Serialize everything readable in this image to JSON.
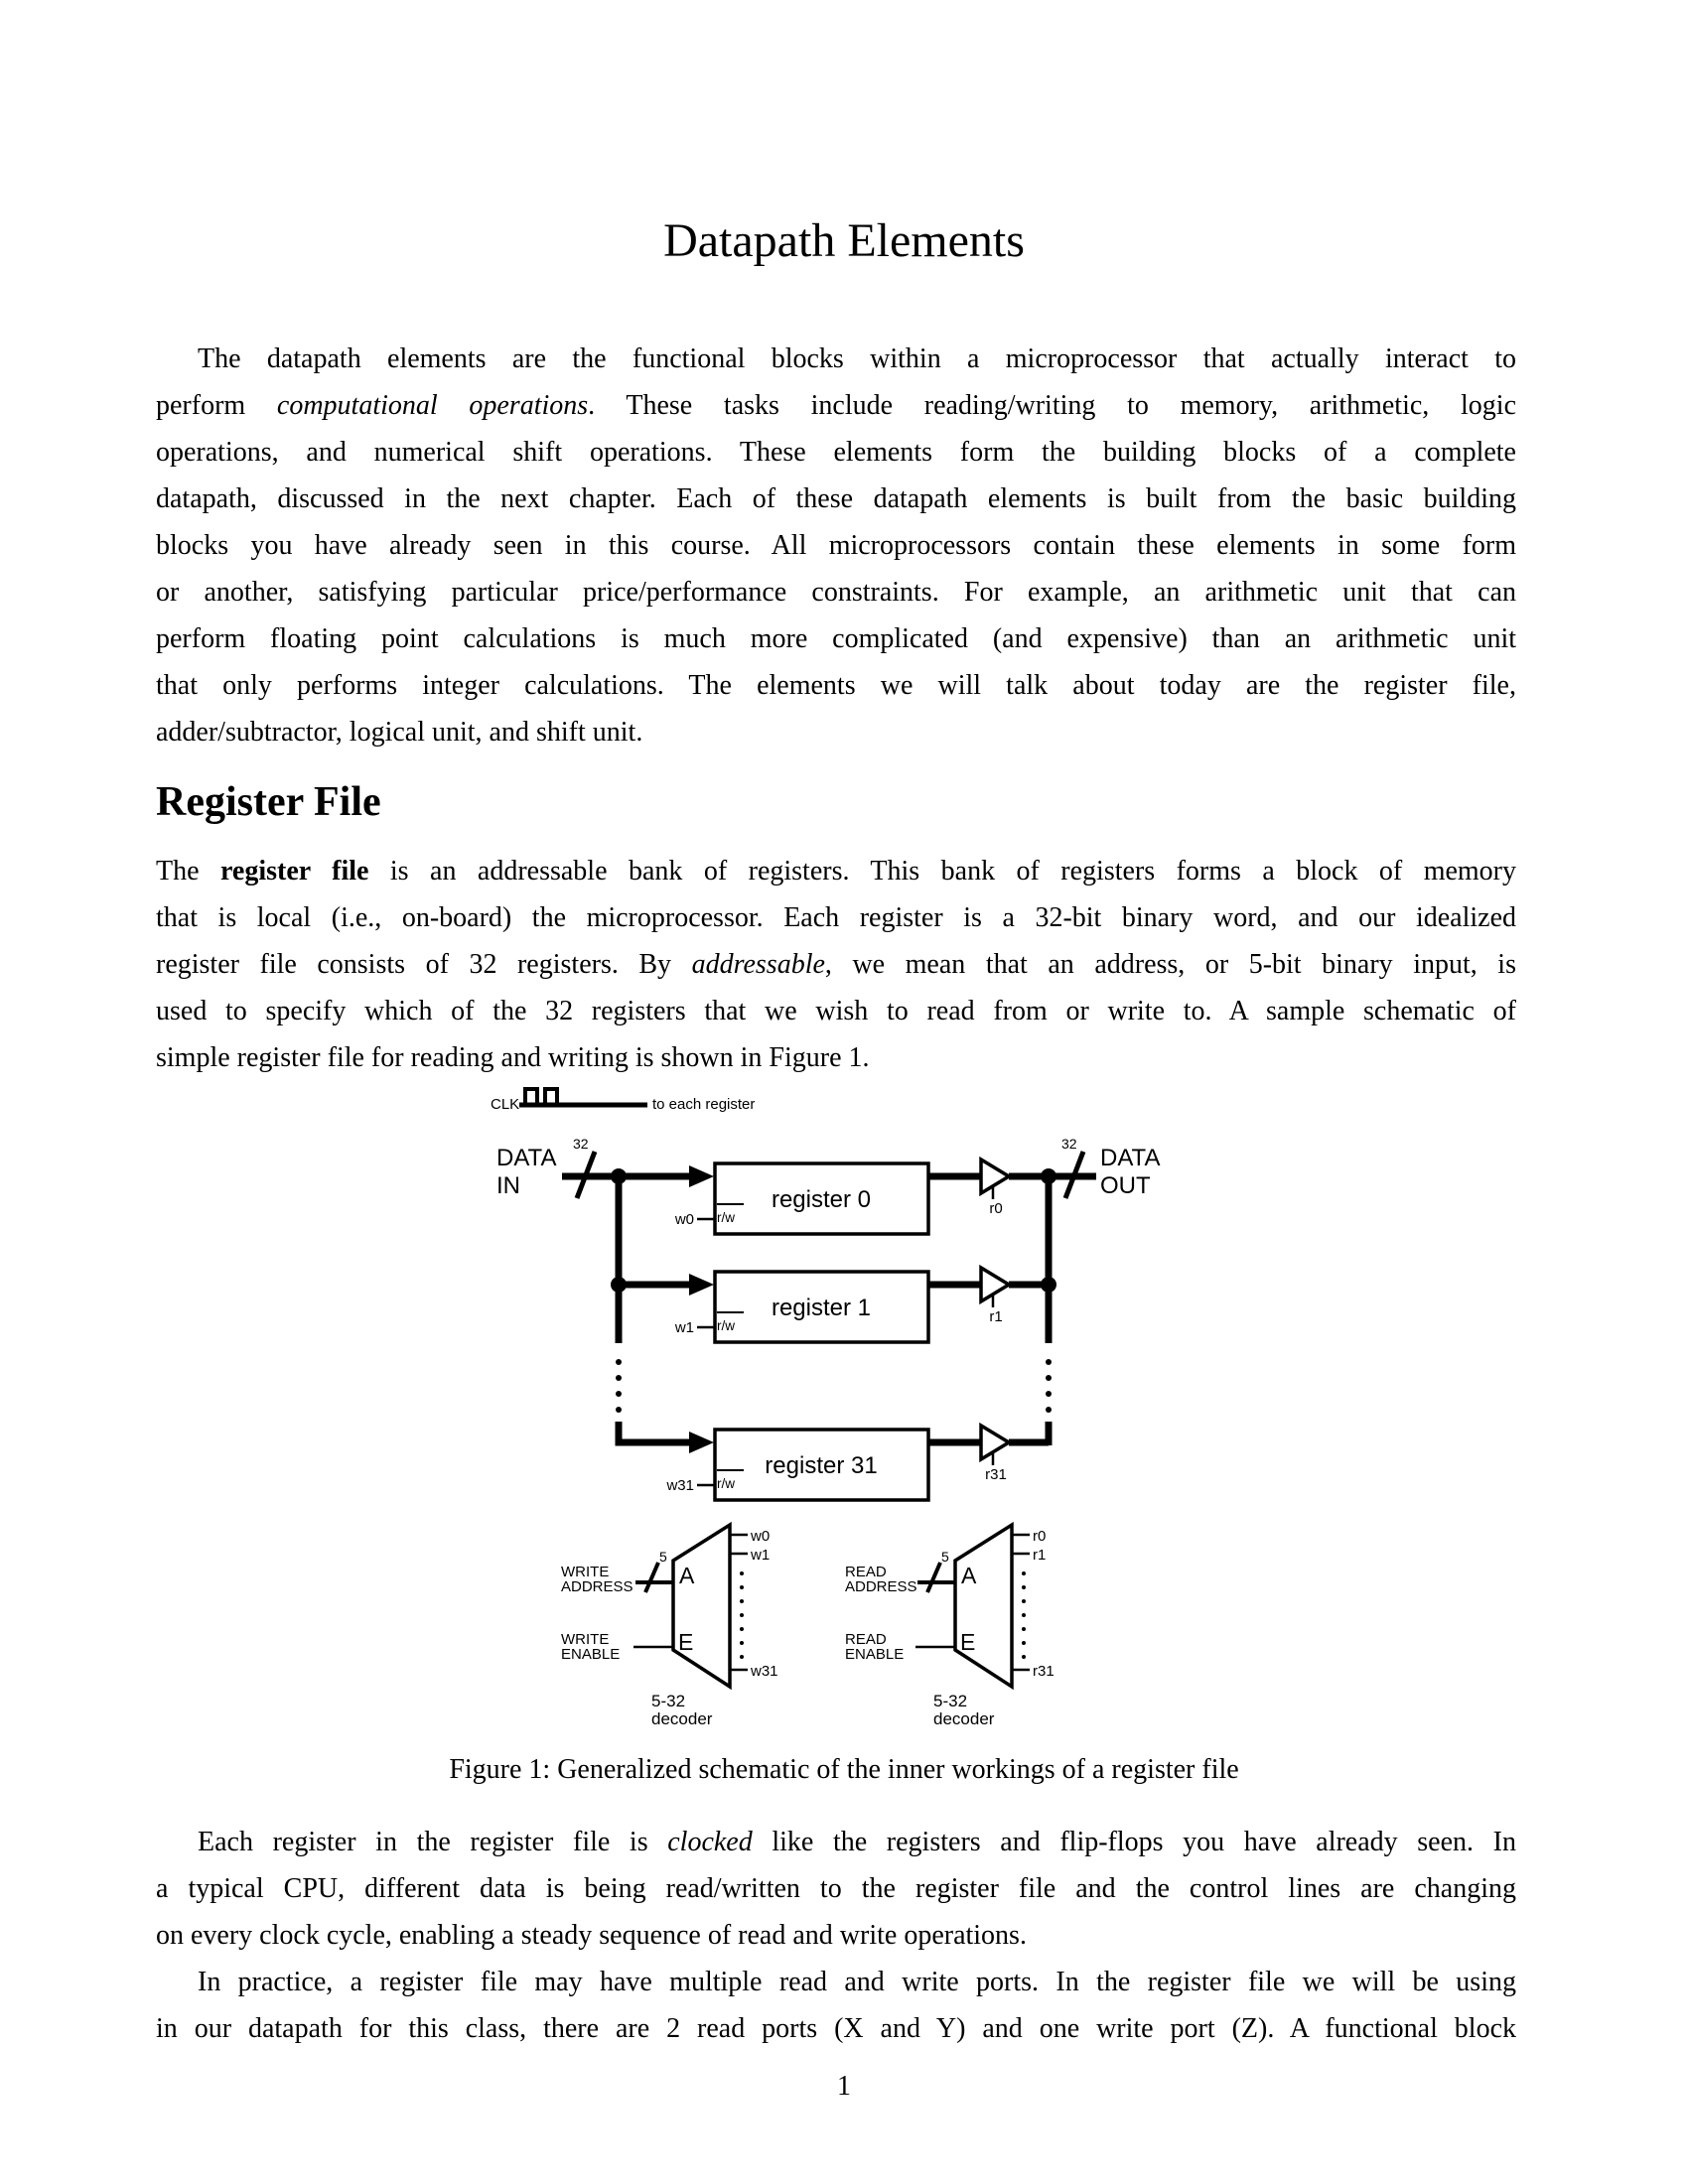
{
  "page": {
    "title": "Datapath Elements",
    "page_number": "1"
  },
  "colors": {
    "paper": "#ffffff",
    "ink": "#000000"
  },
  "section_heading": "Register File",
  "caption": "Figure 1: Generalized schematic of the inner workings of a register file",
  "paragraphs": [
    {
      "name": "intro",
      "lines": [
        {
          "indent": true,
          "seg": [
            {
              "t": "The datapath elements are the functional blocks within a microprocessor that actually interact to"
            }
          ]
        },
        {
          "seg": [
            {
              "t": "perform "
            },
            {
              "t": "computational operations",
              "s": "i"
            },
            {
              "t": ". These tasks include reading/writing to memory, arithmetic, logic"
            }
          ]
        },
        {
          "seg": [
            {
              "t": "operations, and numerical shift operations. These elements form the building blocks of a complete"
            }
          ]
        },
        {
          "seg": [
            {
              "t": "datapath, discussed in the next chapter. Each of these datapath elements is built from the basic building"
            }
          ]
        },
        {
          "seg": [
            {
              "t": "blocks you have already seen in this course. All microprocessors contain these elements in some form"
            }
          ]
        },
        {
          "seg": [
            {
              "t": "or another, satisfying particular price/performance constraints. For example, an arithmetic unit that can"
            }
          ]
        },
        {
          "seg": [
            {
              "t": "perform floating point calculations is much more complicated (and expensive) than an arithmetic unit"
            }
          ]
        },
        {
          "seg": [
            {
              "t": "that only performs integer calculations. The elements we will talk about today are the register file,"
            }
          ]
        },
        {
          "last": true,
          "seg": [
            {
              "t": "adder/subtractor, logical unit, and shift unit."
            }
          ]
        }
      ]
    },
    {
      "name": "register-file",
      "lines": [
        {
          "seg": [
            {
              "t": "The "
            },
            {
              "t": "register file",
              "s": "b"
            },
            {
              "t": " is an addressable bank of registers. This bank of registers forms a block of memory"
            }
          ]
        },
        {
          "seg": [
            {
              "t": "that is local (i.e., on-board) the microprocessor. Each register is a 32-bit binary word, and our idealized"
            }
          ]
        },
        {
          "seg": [
            {
              "t": "register file consists of 32 registers. By "
            },
            {
              "t": "addressable",
              "s": "i"
            },
            {
              "t": ", we mean that an address, or 5-bit binary input, is"
            }
          ]
        },
        {
          "seg": [
            {
              "t": "used to specify which of the 32 registers that we wish to read from or write to. A sample schematic of"
            }
          ]
        },
        {
          "last": true,
          "seg": [
            {
              "t": "simple register file for reading and writing is shown in Figure 1."
            }
          ]
        }
      ]
    },
    {
      "name": "clocked",
      "lines": [
        {
          "indent": true,
          "seg": [
            {
              "t": "Each register in the register file is "
            },
            {
              "t": "clocked",
              "s": "i"
            },
            {
              "t": " like the registers and flip-flops you have already seen. In"
            }
          ]
        },
        {
          "seg": [
            {
              "t": "a typical CPU, different data is being read/written to the register file and the control lines are changing"
            }
          ]
        },
        {
          "last": true,
          "seg": [
            {
              "t": "on every clock cycle, enabling a steady sequence of read and write operations."
            }
          ]
        }
      ]
    },
    {
      "name": "ports",
      "lines": [
        {
          "indent": true,
          "seg": [
            {
              "t": "In practice, a register file may have multiple read and write ports. In the register file we will be using"
            }
          ]
        },
        {
          "seg": [
            {
              "t": "in our datapath for this class, there are 2 read ports (X and Y) and one write port (Z). A functional block"
            }
          ]
        }
      ]
    }
  ],
  "figure": {
    "clk_label": "CLK",
    "clk_dest": "to each register",
    "bus_width": "32",
    "addr_width": "5",
    "data_in": {
      "l1": "DATA",
      "l2": "IN"
    },
    "data_out": {
      "l1": "DATA",
      "l2": "OUT"
    },
    "rw": "r/w",
    "rows": [
      {
        "name": "register 0",
        "w": "w0",
        "r": "r0"
      },
      {
        "name": "register 1",
        "w": "w1",
        "r": "r1"
      },
      {
        "name": "register 31",
        "w": "w31",
        "r": "r31"
      }
    ],
    "write_decoder": {
      "addr_l1": "WRITE",
      "addr_l2": "ADDRESS",
      "en_l1": "WRITE",
      "en_l2": "ENABLE",
      "a_port": "A",
      "e_port": "E",
      "out_first": "w0",
      "out_second": "w1",
      "out_last": "w31",
      "type_l1": "5-32",
      "type_l2": "decoder"
    },
    "read_decoder": {
      "addr_l1": "READ",
      "addr_l2": "ADDRESS",
      "en_l1": "READ",
      "en_l2": "ENABLE",
      "a_port": "A",
      "e_port": "E",
      "out_first": "r0",
      "out_second": "r1",
      "out_last": "r31",
      "type_l1": "5-32",
      "type_l2": "decoder"
    }
  }
}
